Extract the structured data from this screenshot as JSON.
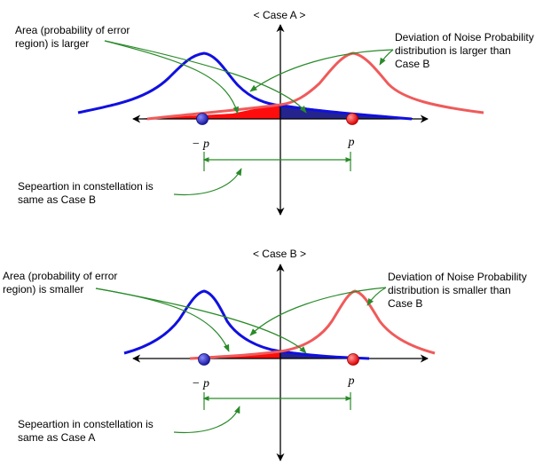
{
  "colors": {
    "blue_curve": "#1010e0",
    "red_curve": "#f05a5a",
    "red_fill": "#ff0000",
    "blue_fill": "#24248c",
    "blue_point": "#2020c0",
    "red_point": "#ff1010",
    "annotation_green": "#2a8a2a",
    "axis": "#000000"
  },
  "case_a": {
    "title": "< Case A >",
    "left_note": [
      "Area (probability of error",
      "region) is larger"
    ],
    "right_note": [
      "Deviation of Noise Probability",
      "distribution is larger than",
      "Case B"
    ],
    "bottom_note": [
      "Sepeartion in constellation is",
      "same as Case B"
    ],
    "minus_p": "− p",
    "plus_p": "p"
  },
  "case_b": {
    "title": "< Case B >",
    "left_note": [
      "Area (probability of error",
      "region) is smaller"
    ],
    "right_note": [
      "Deviation of Noise Probability",
      "distribution is smaller than",
      "Case B"
    ],
    "bottom_note": [
      "Sepeartion in constellation is",
      "same as Case A"
    ],
    "minus_p": "− p",
    "plus_p": "p"
  }
}
